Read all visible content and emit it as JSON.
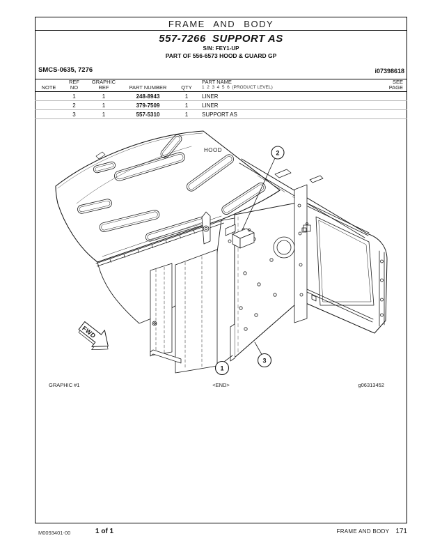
{
  "colors": {
    "ink": "#1a1a1a",
    "paper": "#ffffff"
  },
  "page": {
    "header_title": "FRAME AND BODY",
    "part_title": "557-7266  SUPPORT AS",
    "serial_line": "S/N: FEY1-UP",
    "part_of_line": "PART OF 556-6573 HOOD & GUARD GP",
    "smcs_code": "SMCS-0635, 7276",
    "media_id": "i07398618"
  },
  "table": {
    "headers": {
      "note": "NOTE",
      "ref_no_1": "REF",
      "ref_no_2": "NO",
      "graphic_ref_1": "GRAPHIC",
      "graphic_ref_2": "REF",
      "part_number": "PART NUMBER",
      "qty": "QTY",
      "part_name": "PART NAME",
      "product_level": "1  2  3  4  5  6  (PRODUCT LEVEL)",
      "see_page_1": "SEE",
      "see_page_2": "PAGE"
    },
    "rows": [
      {
        "note": "",
        "ref_no": "1",
        "graphic_ref": "1",
        "part_number": "248-8943",
        "qty": "1",
        "part_name": "LINER",
        "see_page": ""
      },
      {
        "note": "",
        "ref_no": "2",
        "graphic_ref": "1",
        "part_number": "379-7509",
        "qty": "1",
        "part_name": "LINER",
        "see_page": ""
      },
      {
        "note": "",
        "ref_no": "3",
        "graphic_ref": "1",
        "part_number": "557-5310",
        "qty": "1",
        "part_name": "SUPPORT AS",
        "see_page": ""
      }
    ]
  },
  "graphic": {
    "hood_label": "HOOD",
    "fwd_label": "FWD",
    "callout_1": "1",
    "callout_2": "2",
    "callout_3": "3",
    "caption_left": "GRAPHIC #1",
    "caption_center": "<END>",
    "caption_right": "g06313452"
  },
  "footer": {
    "doc_number": "M0093401-00",
    "page_count": "1 of 1",
    "section": "FRAME AND BODY",
    "page_number": "171"
  }
}
